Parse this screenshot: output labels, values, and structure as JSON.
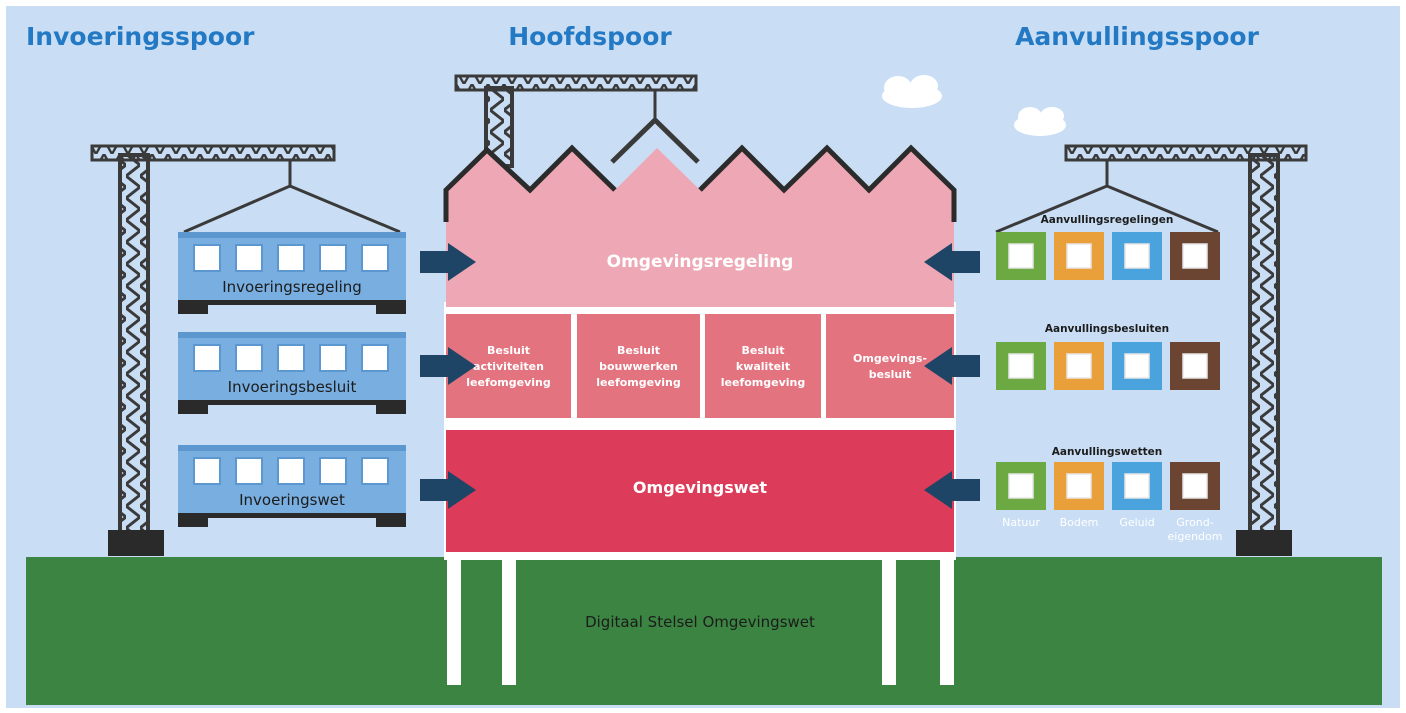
{
  "headers": {
    "left": "Invoeringsspoor",
    "center": "Hoofdspoor",
    "right": "Aanvullingsspoor"
  },
  "invoering": [
    "Invoeringsregeling",
    "Invoeringsbesluit",
    "Invoeringswet"
  ],
  "hoofdspoor": {
    "regeling": "Omgevingsregeling",
    "besluiten": [
      [
        "Besluit",
        "activiteiten",
        "leefomgeving"
      ],
      [
        "Besluit",
        "bouwwerken",
        "leefomgeving"
      ],
      [
        "Besluit",
        "kwaliteit",
        "leefomgeving"
      ],
      [
        "Omgevings-",
        "besluit"
      ]
    ],
    "wet": "Omgevingswet"
  },
  "aanvulling": {
    "titles": [
      "Aanvullingsregelingen",
      "Aanvullingsbesluiten",
      "Aanvullingswetten"
    ],
    "box_colors": [
      "#6ca942",
      "#eaa03a",
      "#4aa3dc",
      "#6b4532"
    ],
    "topics": [
      "Natuur",
      "Bodem",
      "Geluid",
      [
        "Grond-",
        "eigendom"
      ]
    ]
  },
  "foundation": "Digitaal Stelsel Omgevingswet",
  "colors": {
    "sky": "#c9def4",
    "grass": "#3b8442",
    "roof": "#eea7b4",
    "middle": "#e3737f",
    "bottom": "#dc3b59",
    "wagon": "#78aee0",
    "crane": "#3a3a3a",
    "arrow": "#1f4566"
  }
}
